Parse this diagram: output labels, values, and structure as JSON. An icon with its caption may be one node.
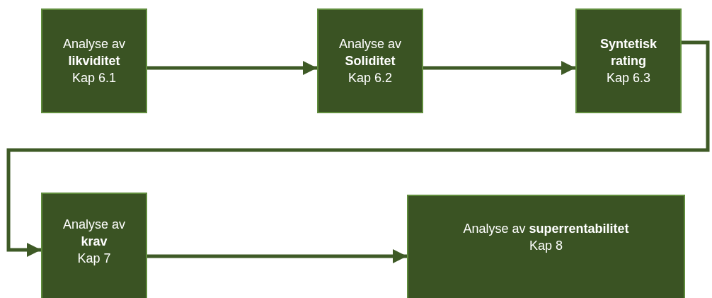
{
  "diagram": {
    "nodes": [
      {
        "text": [
          "Analyse av **likviditet**",
          "Kap 6.1"
        ]
      },
      {
        "text": [
          "Analyse av **Soliditet**",
          "Kap 6.2"
        ]
      },
      {
        "text": [
          "**Syntetisk rating**",
          "Kap 6.3"
        ]
      },
      {
        "text": [
          "Analyse av **krav**",
          "Kap 7"
        ]
      },
      {
        "text": [
          "Analyse av **superrentabilitet**",
          "Kap 8"
        ]
      }
    ],
    "edges": [
      {
        "from": 0,
        "to": 1,
        "arrow": "to"
      },
      {
        "from": 1,
        "to": 2,
        "arrow": "to"
      },
      {
        "from": 2,
        "to": 3,
        "arrow": "to"
      },
      {
        "from": 3,
        "to": 4,
        "arrow": "to"
      }
    ]
  }
}
